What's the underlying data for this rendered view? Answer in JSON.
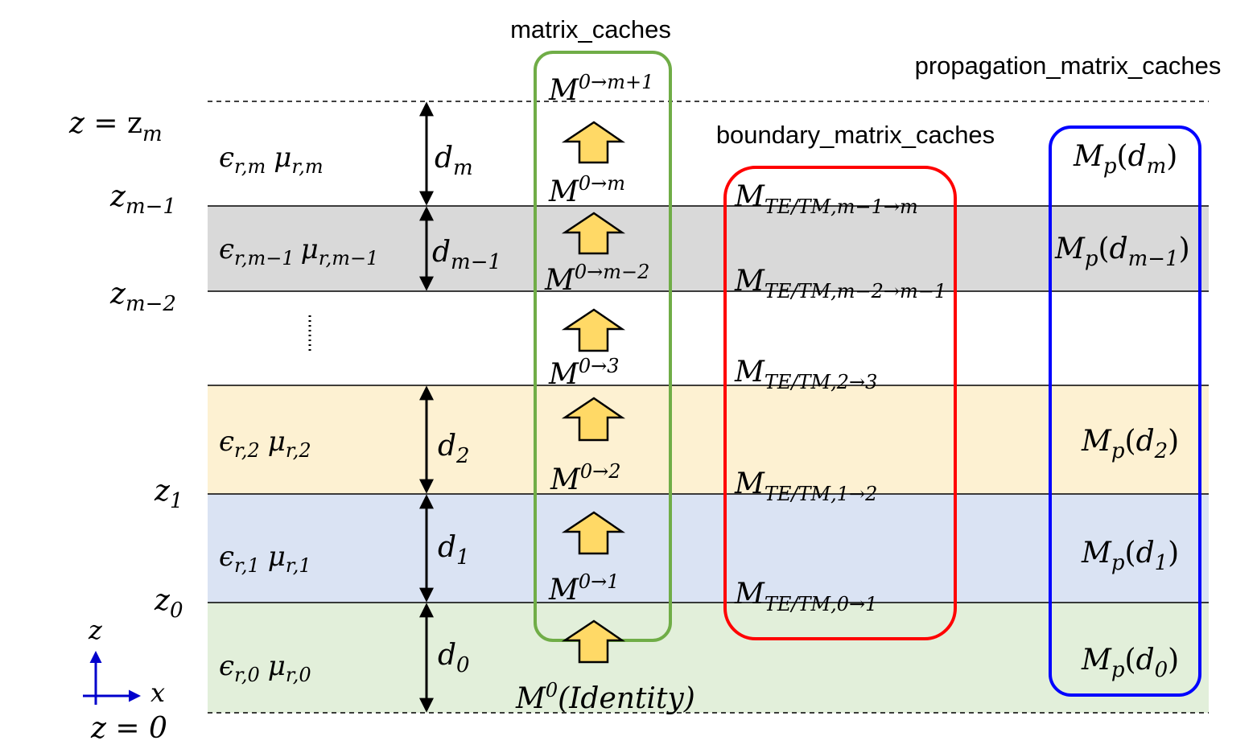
{
  "titles": {
    "matrix_caches": "matrix_caches",
    "propagation_matrix_caches": "propagation_matrix_caches",
    "boundary_matrix_caches": "boundary_matrix_caches"
  },
  "colors": {
    "layer_m1": "#d9d9d9",
    "layer_2": "#fdf1d2",
    "layer_1": "#dae3f3",
    "layer_0": "#e2efda",
    "matrix_box": "#70ad47",
    "boundary_box": "#ff0000",
    "propagation_box": "#0000ff",
    "arrow_fill": "#ffd966",
    "axis": "#0000cc"
  },
  "z_labels": {
    "zm": {
      "base": "z",
      "rest": " = z",
      "sub": "m"
    },
    "zm1": {
      "base": "z",
      "sub": "m−1"
    },
    "zm2": {
      "base": "z",
      "sub": "m−2"
    },
    "z1": {
      "base": "z",
      "sub": "1"
    },
    "z0": {
      "base": "z",
      "sub": "0"
    },
    "zero": "z = 0"
  },
  "layers": {
    "m": {
      "eps_sub": "r,m",
      "mu_sub": "r,m",
      "d_sub": "m"
    },
    "m1": {
      "eps_sub": "r,m−1",
      "mu_sub": "r,m−1",
      "d_sub": "m−1"
    },
    "two": {
      "eps_sub": "r,2",
      "mu_sub": "r,2",
      "d_sub": "2"
    },
    "one": {
      "eps_sub": "r,1",
      "mu_sub": "r,1",
      "d_sub": "1"
    },
    "zero": {
      "eps_sub": "r,0",
      "mu_sub": "r,0",
      "d_sub": "0"
    }
  },
  "symbols": {
    "eps": "ϵ",
    "mu": "μ",
    "d": "d",
    "M": "M",
    "z": "z",
    "x": "x"
  },
  "matrix_caches": {
    "m_plus_1": "0→m+1",
    "m": "0→m",
    "m_minus_2": "0→m−2",
    "three": "0→3",
    "two": "0→2",
    "one": "0→1",
    "identity_sup": "0",
    "identity_text": "(Identity)"
  },
  "boundary_matrix_caches": {
    "b_m": "TE/TM,m−1→m",
    "b_m1": "TE/TM,m−2→m−1",
    "b_3": "TE/TM,2→3",
    "b_2": "TE/TM,1→2",
    "b_1": "TE/TM,0→1"
  },
  "propagation_matrix_caches": {
    "sub": "p",
    "p_m": "m",
    "p_m1": "m−1",
    "p_2": "2",
    "p_1": "1",
    "p_0": "0"
  }
}
